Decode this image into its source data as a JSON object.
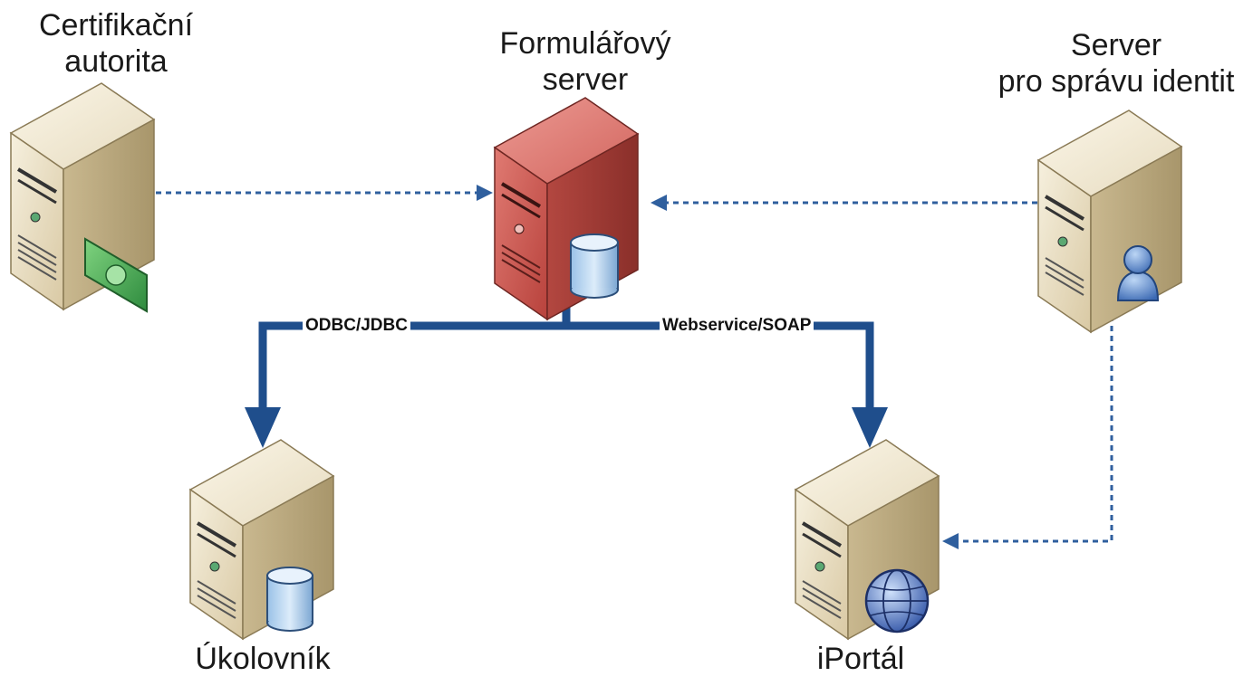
{
  "nodes": {
    "ca": {
      "label_line1": "Certifikační",
      "label_line2": "autorita",
      "icon": "certificate-icon"
    },
    "form_server": {
      "label_line1": "Formulářový",
      "label_line2": "server",
      "icon": "database-icon"
    },
    "id_server": {
      "label_line1": "Server",
      "label_line2": "pro správu identit",
      "icon": "user-icon"
    },
    "ukolovnik": {
      "label": "Úkolovník",
      "icon": "database-icon"
    },
    "iportal": {
      "label": "iPortál",
      "icon": "globe-icon"
    }
  },
  "connections": {
    "odbc": "ODBC/JDBC",
    "webservice": "Webservice/SOAP"
  },
  "colors": {
    "solid_connector": "#1f4e8c",
    "dashed_connector": "#2f5f9e",
    "server_beige": "#e8dcc0",
    "server_red": "#c9534c"
  }
}
